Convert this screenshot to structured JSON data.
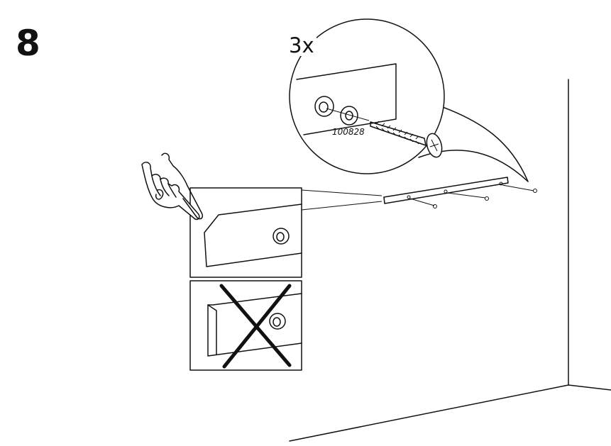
{
  "step": {
    "number": "8"
  },
  "callout": {
    "quantity": "3x",
    "part_number": "100828"
  },
  "icons": {
    "pointing_hand": "hand-pointing-icon",
    "do_not": "cross-x-icon",
    "screw": "screw-icon",
    "washer": "washer-icon"
  },
  "colors": {
    "line": "#111111",
    "background": "#ffffff"
  }
}
